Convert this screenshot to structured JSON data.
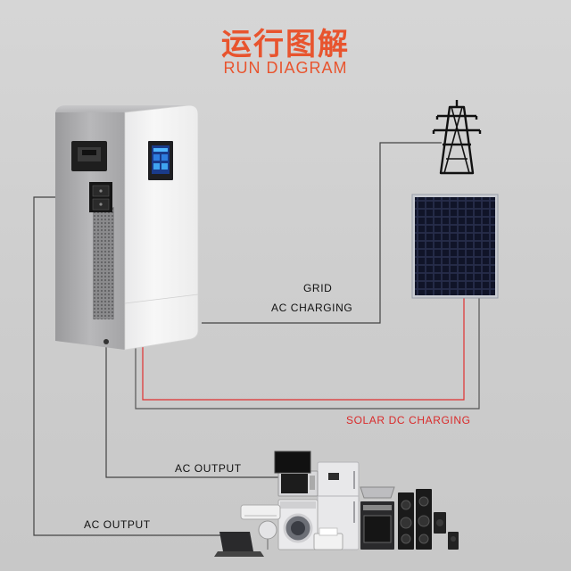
{
  "header": {
    "title_cn": "运行图解",
    "title_en": "RUN DIAGRAM"
  },
  "labels": {
    "grid": "GRID",
    "ac_charging": "AC CHARGING",
    "solar_dc_charging": "SOLAR DC CHARGING",
    "ac_output_upper": "AC OUTPUT",
    "ac_output_lower": "AC OUTPUT"
  },
  "colors": {
    "accent": "#e8542e",
    "dc_line": "#e03030",
    "ac_line": "#444444",
    "background": "#d0d0d0"
  },
  "icons": [
    "battery-inverter-unit-icon",
    "transmission-tower-icon",
    "solar-panel-icon",
    "home-appliances-icon"
  ]
}
